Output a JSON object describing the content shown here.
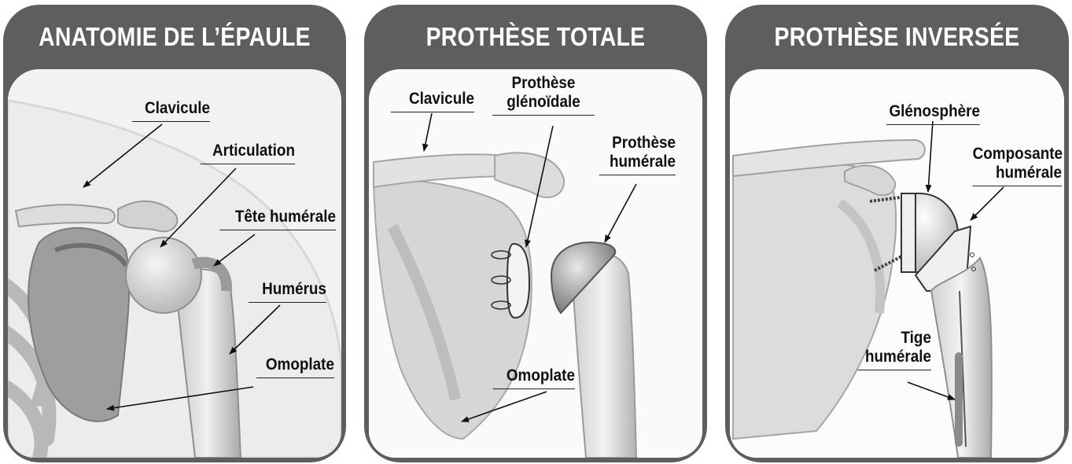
{
  "panels": [
    {
      "title": "ANATOMIE DE L’ÉPAULE",
      "labels": {
        "clavicule": "Clavicule",
        "articulation": "Articulation",
        "tete_humerale": "Tête humérale",
        "humerus": "Humérus",
        "omoplate": "Omoplate"
      }
    },
    {
      "title": "PROTHÈSE TOTALE",
      "labels": {
        "clavicule": "Clavicule",
        "prothese_glenoidale_1": "Prothèse",
        "prothese_glenoidale_2": "glénoïdale",
        "prothese_humerale_1": "Prothèse",
        "prothese_humerale_2": "humérale",
        "omoplate": "Omoplate"
      }
    },
    {
      "title": "PROTHÈSE INVERSÉE",
      "labels": {
        "glenosphere": "Glénosphère",
        "composante_humerale_1": "Composante",
        "composante_humerale_2": "humérale",
        "tige_humerale_1": "Tige",
        "tige_humerale_2": "humérale"
      }
    }
  ],
  "colors": {
    "frame": "#5e5e5e",
    "bone": "#d9d9d9",
    "label": "#111111"
  }
}
